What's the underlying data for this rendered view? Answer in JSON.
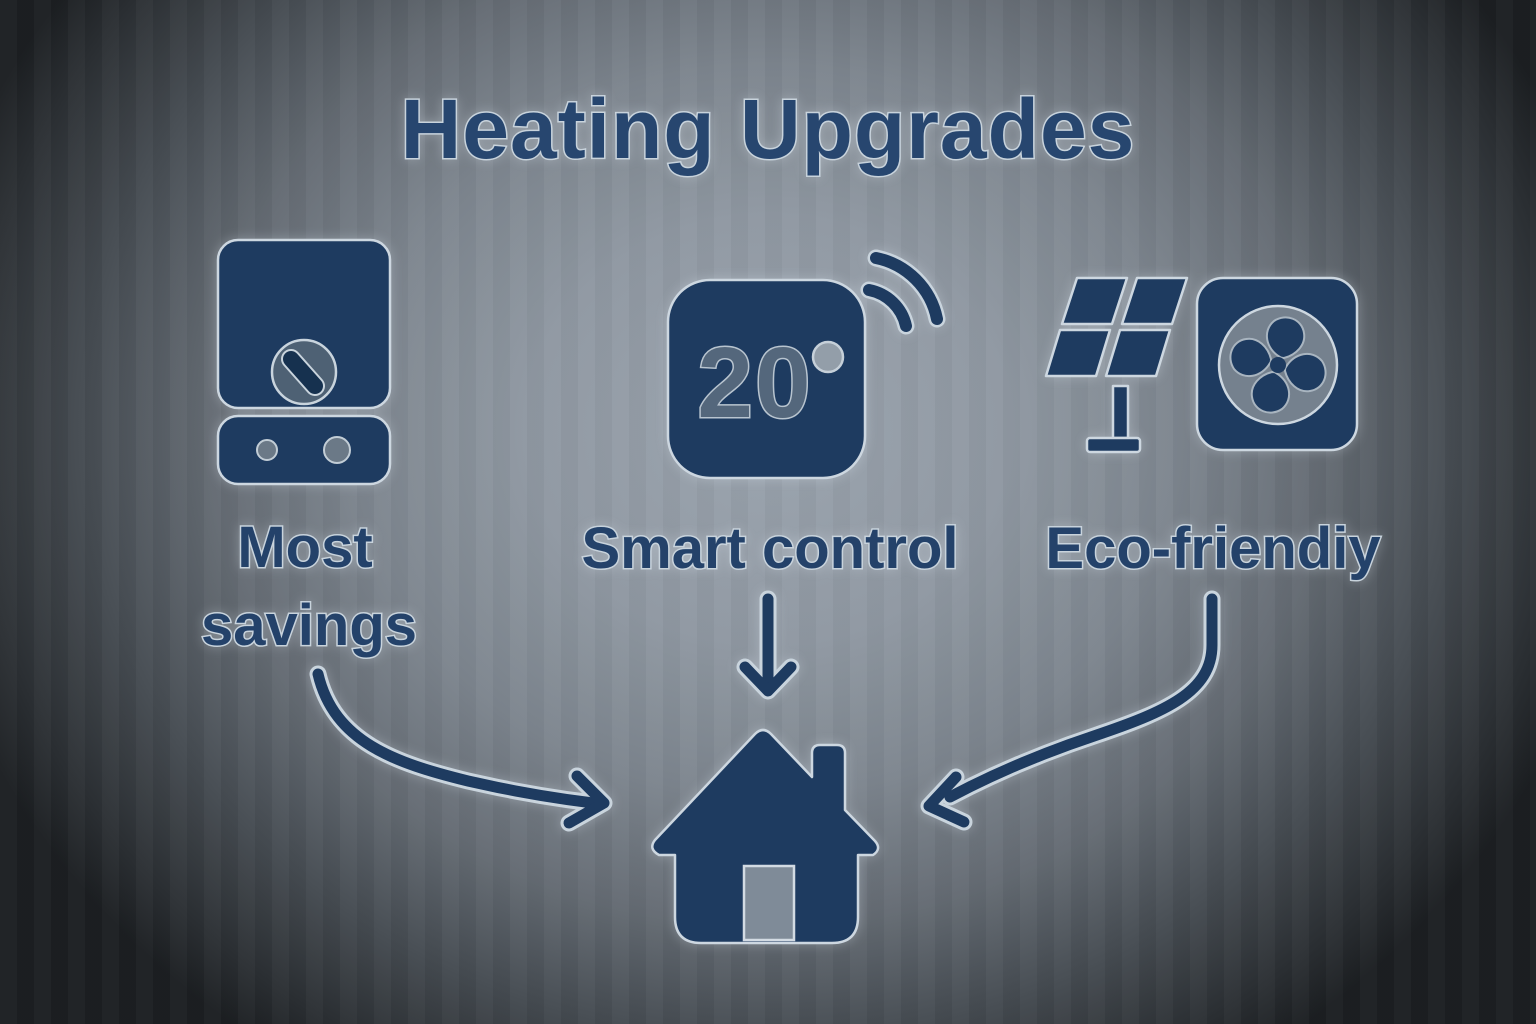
{
  "title": "Heating Upgrades",
  "columns": [
    {
      "icon": "boiler-icon",
      "label": "Most savings",
      "label_line1": "Most",
      "label_line2": "savings"
    },
    {
      "icon": "smart-thermostat-icon",
      "temperature": "20",
      "degree_symbol": "°",
      "label": "Smart control"
    },
    {
      "icons": [
        "solar-panel-icon",
        "heat-pump-fan-icon"
      ],
      "label": "Eco-friendiy"
    }
  ],
  "destination": {
    "icon": "house-icon"
  },
  "colors": {
    "icon_fill": "#1e3b60",
    "icon_outline": "#c9d4dd",
    "title_fill": "#27466f",
    "label_fill": "#24426a",
    "background_center": "#9aa3ad",
    "background_edge": "#1c1f22"
  }
}
